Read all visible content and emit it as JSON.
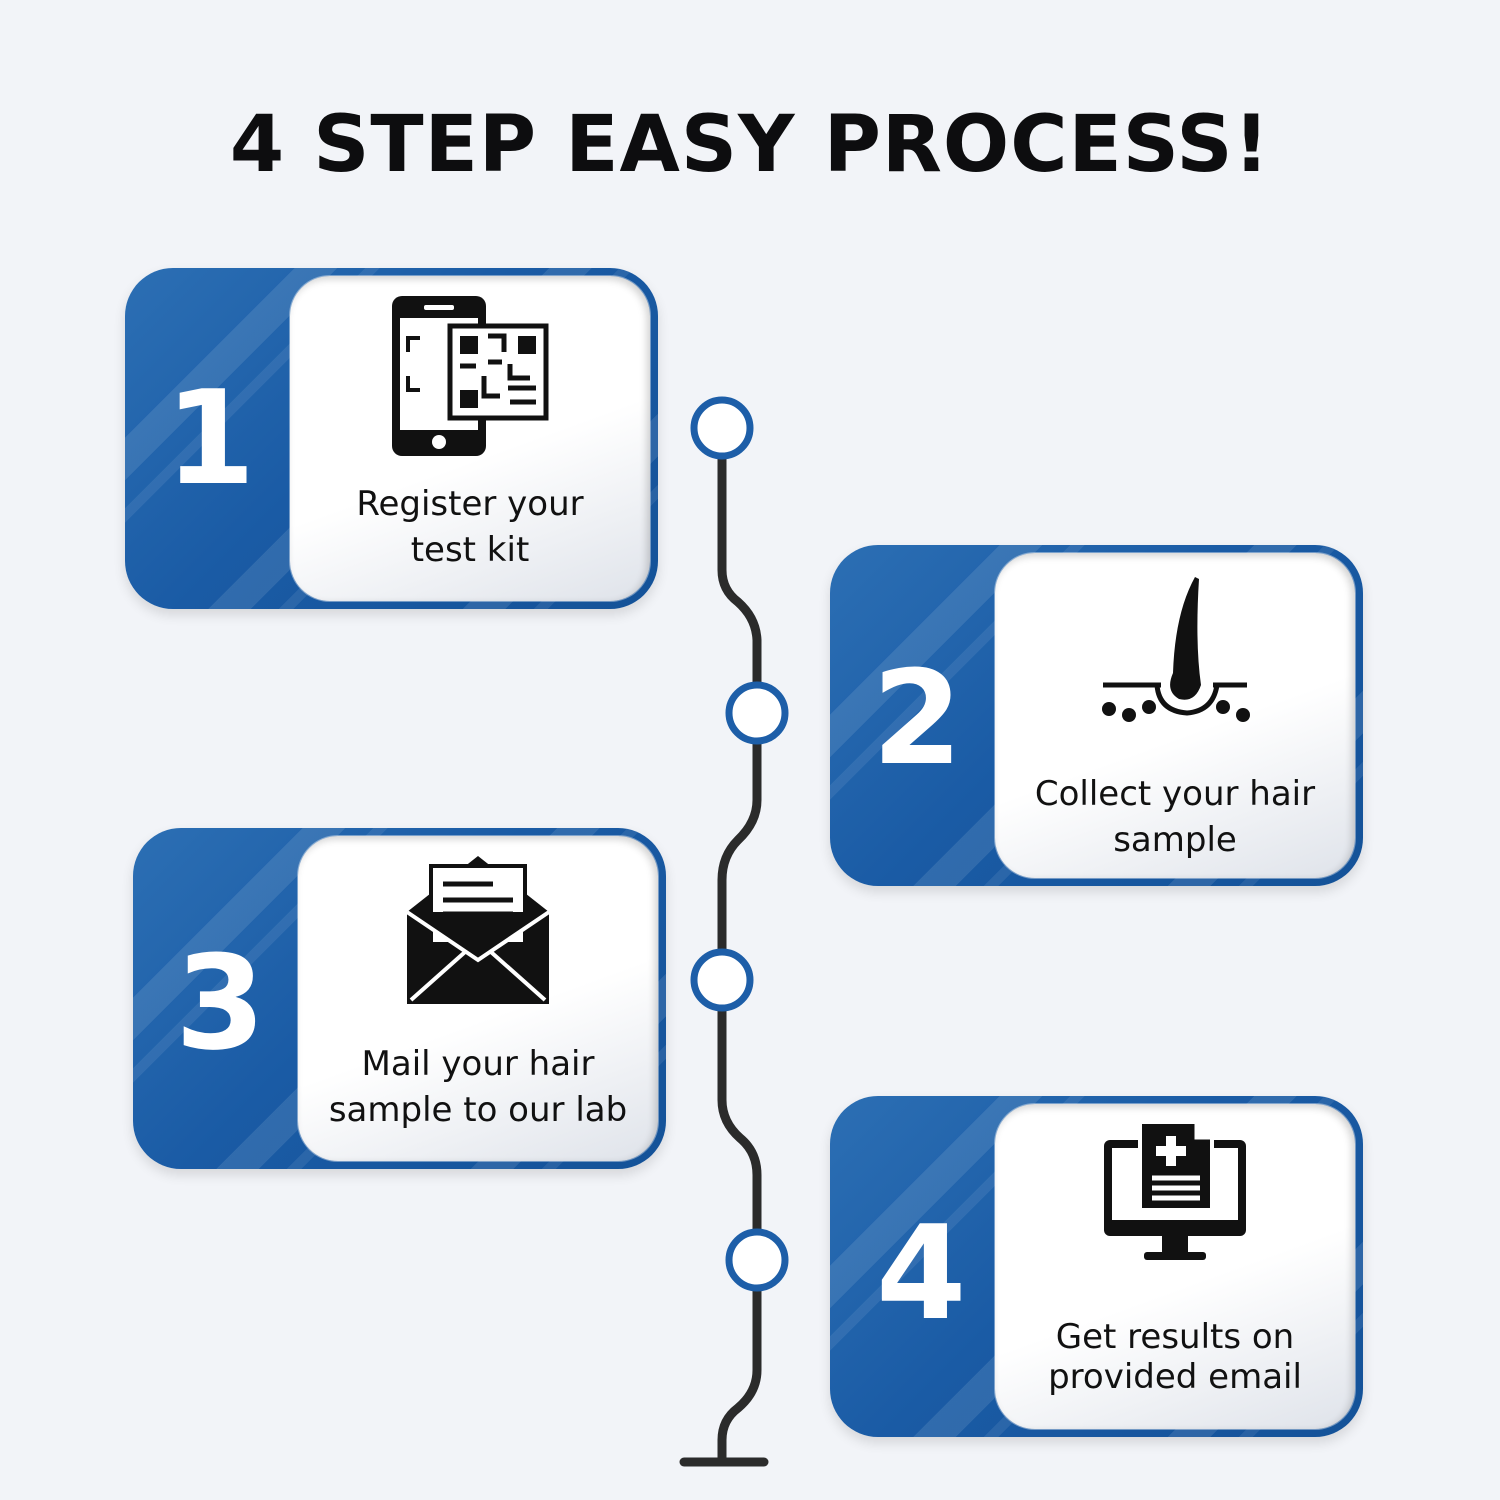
{
  "title": "4 STEP EASY PROCESS!",
  "colors": {
    "accent": "#1d5ea8",
    "background": "#f2f4f8",
    "line": "#2b2b2b"
  },
  "steps": [
    {
      "number": "1",
      "label_line1": "Register your",
      "label_line2": "test kit",
      "icon": "phone-qr-code-icon"
    },
    {
      "number": "2",
      "label_line1": "Collect your hair",
      "label_line2": "sample",
      "icon": "hair-follicle-icon"
    },
    {
      "number": "3",
      "label_line1": "Mail your hair",
      "label_line2": "sample to our lab",
      "icon": "envelope-letter-icon"
    },
    {
      "number": "4",
      "label_line1": "Get results on",
      "label_line2": "provided email",
      "icon": "computer-medical-report-icon"
    }
  ]
}
